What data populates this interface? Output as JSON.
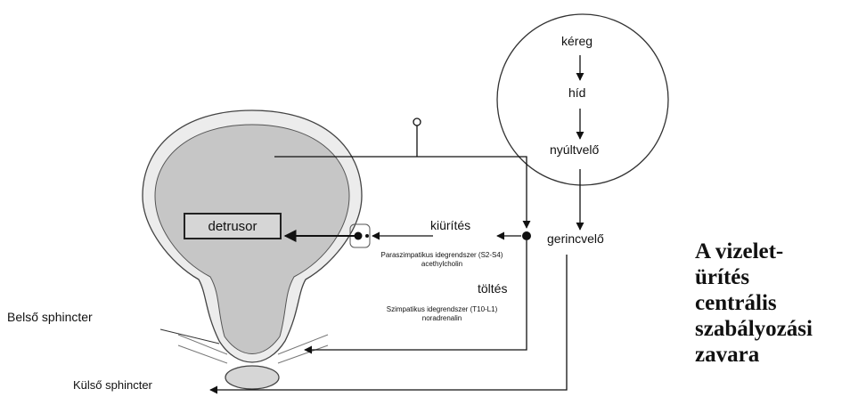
{
  "brain": {
    "cortex": "kéreg",
    "pons": "híd",
    "medulla": "nyúltvelő"
  },
  "spinal_cord": "gerincvelő",
  "bladder": {
    "detrusor": "detrusor",
    "internal_sphincter": "Belső sphincter",
    "external_sphincter": "Külső sphincter"
  },
  "pathways": {
    "voiding": "kiürítés",
    "parasympathetic_line1": "Paraszimpatikus idegrendszer (S2-S4)",
    "parasympathetic_line2": "acethylcholin",
    "filling": "töltés",
    "sympathetic_line1": "Szimpatikus idegrendszer (T10-L1)",
    "sympathetic_line2": "noradrenalin"
  },
  "title_lines": [
    "A vizelet-",
    "ürítés",
    "centrális",
    "szabályozási",
    "zavara"
  ]
}
